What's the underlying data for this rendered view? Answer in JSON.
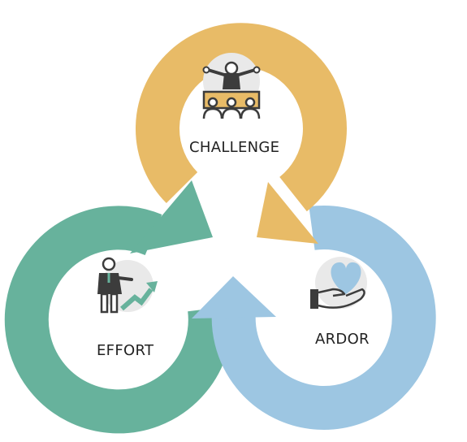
{
  "cycle": {
    "stages": [
      {
        "key": "challenge",
        "label": "CHALLENGE",
        "color": "#E8BB67",
        "icon": "presenter-audience-icon"
      },
      {
        "key": "effort",
        "label": "EFFORT",
        "color": "#67B29C",
        "icon": "businessman-growth-icon"
      },
      {
        "key": "ardor",
        "label": "ARDOR",
        "color": "#9DC6E2",
        "icon": "heart-in-hand-icon"
      }
    ]
  },
  "palette": {
    "icon_dark": "#3C3C3C",
    "icon_bg": "#E9E9E9"
  }
}
